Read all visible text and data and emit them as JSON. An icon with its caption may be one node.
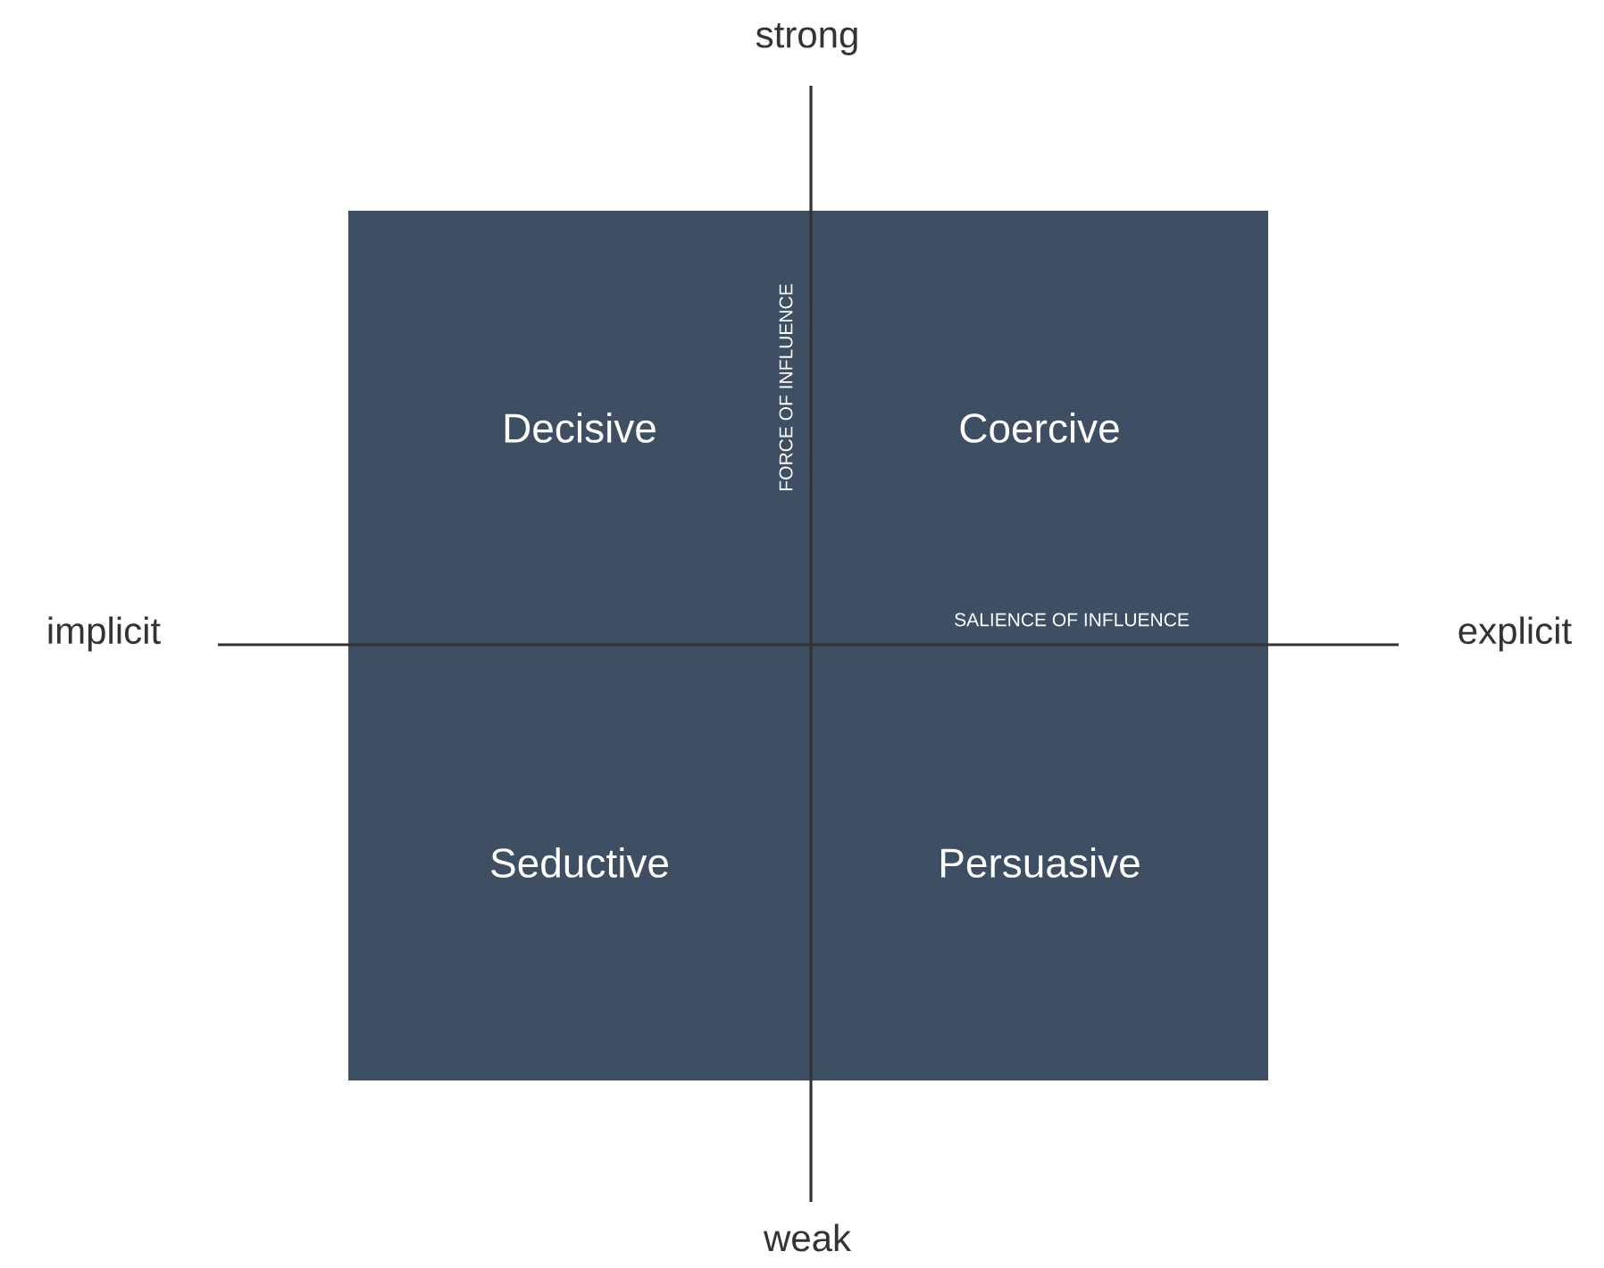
{
  "diagram": {
    "nodes": [
      {
        "text": [
          "Decisive"
        ]
      },
      {
        "text": [
          "Coercive"
        ]
      },
      {
        "text": [
          "Seductive"
        ]
      },
      {
        "text": [
          "Persuasive"
        ]
      }
    ],
    "labels": [
      "strong",
      "FORCE OF INFLUENCE",
      "implicit",
      "SALIENCE OF INFLUENCE",
      "explicit",
      "weak"
    ]
  }
}
